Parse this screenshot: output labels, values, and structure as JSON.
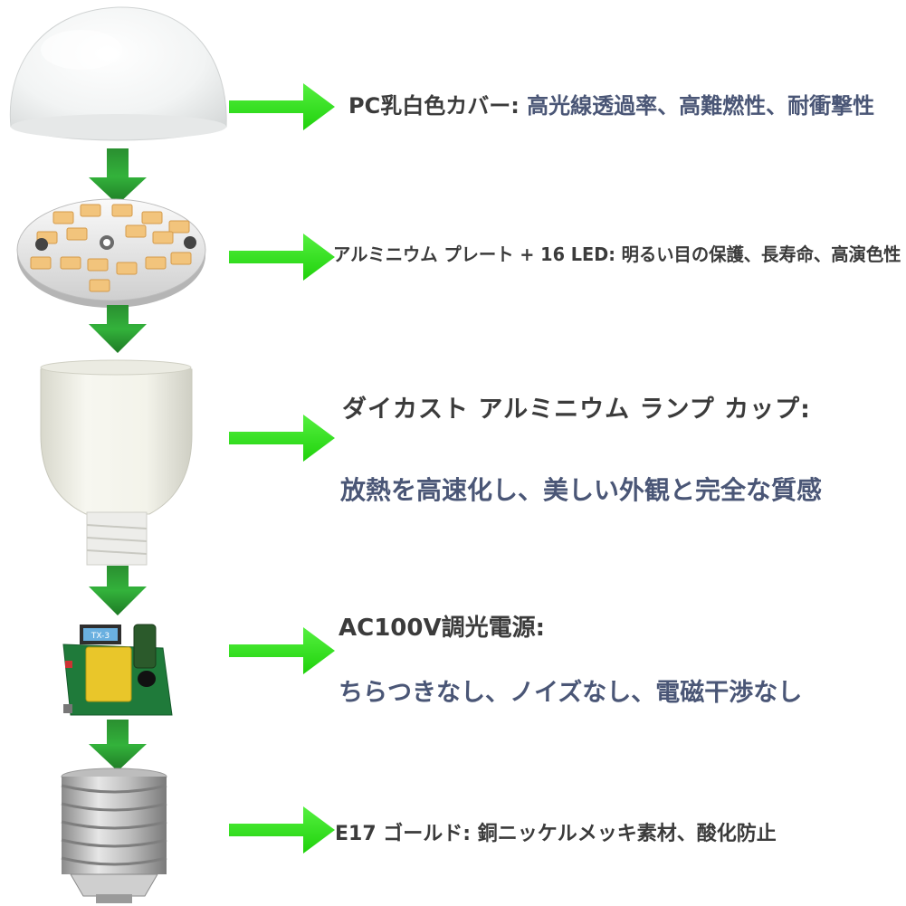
{
  "colors": {
    "arrow_green": "#2eea17",
    "down_arrow_green": "#249a2c",
    "label_dark": "#3b3b3b",
    "label_blue": "#4a5676"
  },
  "components": [
    {
      "name": "cover",
      "label_prefix": "PC乳白色カバー:",
      "label_detail": "高光線透過率、高難燃性、耐衝撃性"
    },
    {
      "name": "led-plate",
      "label": "アルミニウム プレート + 16 LED: 明るい目の保護、長寿命、高演色性"
    },
    {
      "name": "lamp-cup",
      "label_title": "ダイカスト アルミニウム ランプ カップ:",
      "label_detail": "放熱を高速化し、美しい外観と完全な質感"
    },
    {
      "name": "power-supply",
      "label_title": "AC100V調光電源:",
      "label_detail": "ちらつきなし、ノイズなし、電磁干渉なし",
      "board_marking": "TX-3"
    },
    {
      "name": "base",
      "label": "E17 ゴールド: 銅ニッケルメッキ素材、酸化防止"
    }
  ]
}
